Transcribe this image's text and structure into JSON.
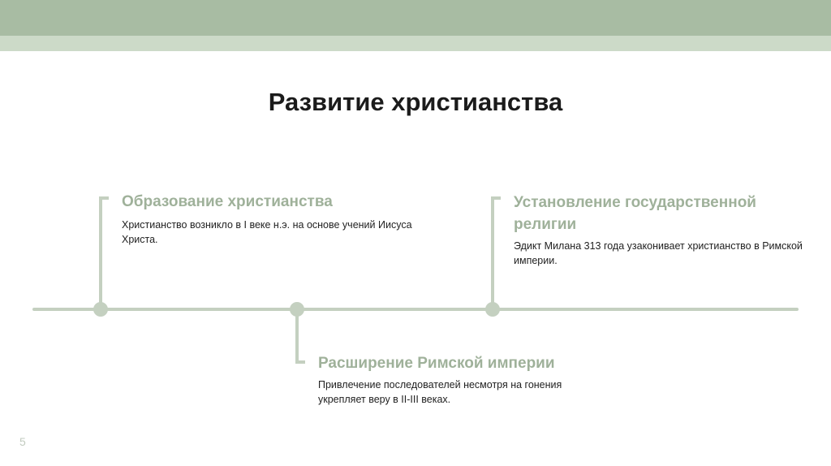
{
  "slide": {
    "title": "Развитие христианства",
    "page_number": "5"
  },
  "timeline": {
    "events": [
      {
        "heading": "Образование христианства",
        "text": "Христианство возникло в I веке н.э. на основе учений Иисуса Христа."
      },
      {
        "heading": "Расширение Римской империи",
        "text": "Привлечение последователей несмотря на гонения укрепляет веру в II-III веках."
      },
      {
        "heading": "Установление государственной религии",
        "text": "Эдикт Милана 313 года узаконивает христианство в Римской империи."
      }
    ]
  },
  "colors": {
    "header_band": "#a8bca3",
    "header_subband": "#ccdac8",
    "timeline": "#c4d0c0",
    "heading_text": "#9fb19a"
  }
}
